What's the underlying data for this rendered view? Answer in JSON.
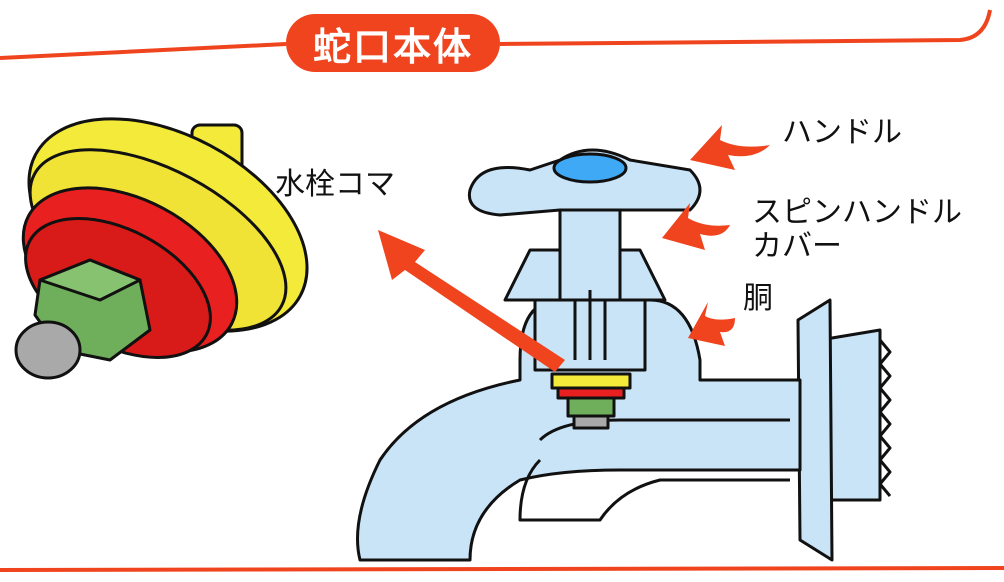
{
  "title": "蛇口本体",
  "labels": {
    "handle": "ハンドル",
    "spin_handle_cover_line1": "スピンハンドル",
    "spin_handle_cover_line2": "カバー",
    "body": "胴",
    "valve_top": "水栓コマ"
  },
  "colors": {
    "accent": "#f0441e",
    "faucet_fill": "#c9e3f7",
    "handle_cap": "#3fa9f5",
    "cap_yellow": "#f4ea3a",
    "cap_red": "#e8201f",
    "nut_green": "#6fae5a",
    "stem_gray": "#a9a9a9"
  }
}
